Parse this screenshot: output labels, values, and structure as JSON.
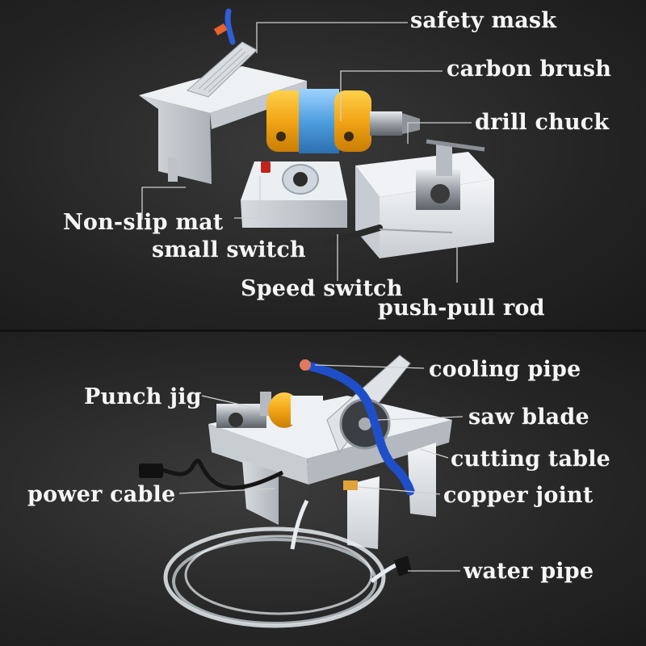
{
  "top_panel": {
    "labels": {
      "safety_mask": "safety mask",
      "carbon_brush": "carbon brush",
      "drill_chuck": "drill chuck",
      "non_slip_mat": "Non-slip mat",
      "small_switch": "small switch",
      "speed_switch": "Speed switch",
      "push_pull_rod": "push-pull rod"
    }
  },
  "bottom_panel": {
    "labels": {
      "cooling_pipe": "cooling pipe",
      "punch_jig": "Punch jig",
      "saw_blade": "saw blade",
      "cutting_table": "cutting table",
      "power_cable": "power cable",
      "copper_joint": "copper joint",
      "water_pipe": "water pipe"
    }
  },
  "colors": {
    "background": "#222222",
    "label_text": "#f5f5f5",
    "leader_line": "#cfcfcf",
    "motor_yellow": "#f2a516",
    "motor_blue": "#3f8fd0",
    "cooling_pipe_blue": "#1f4fc8",
    "machine_body": "#e3e6ea"
  }
}
